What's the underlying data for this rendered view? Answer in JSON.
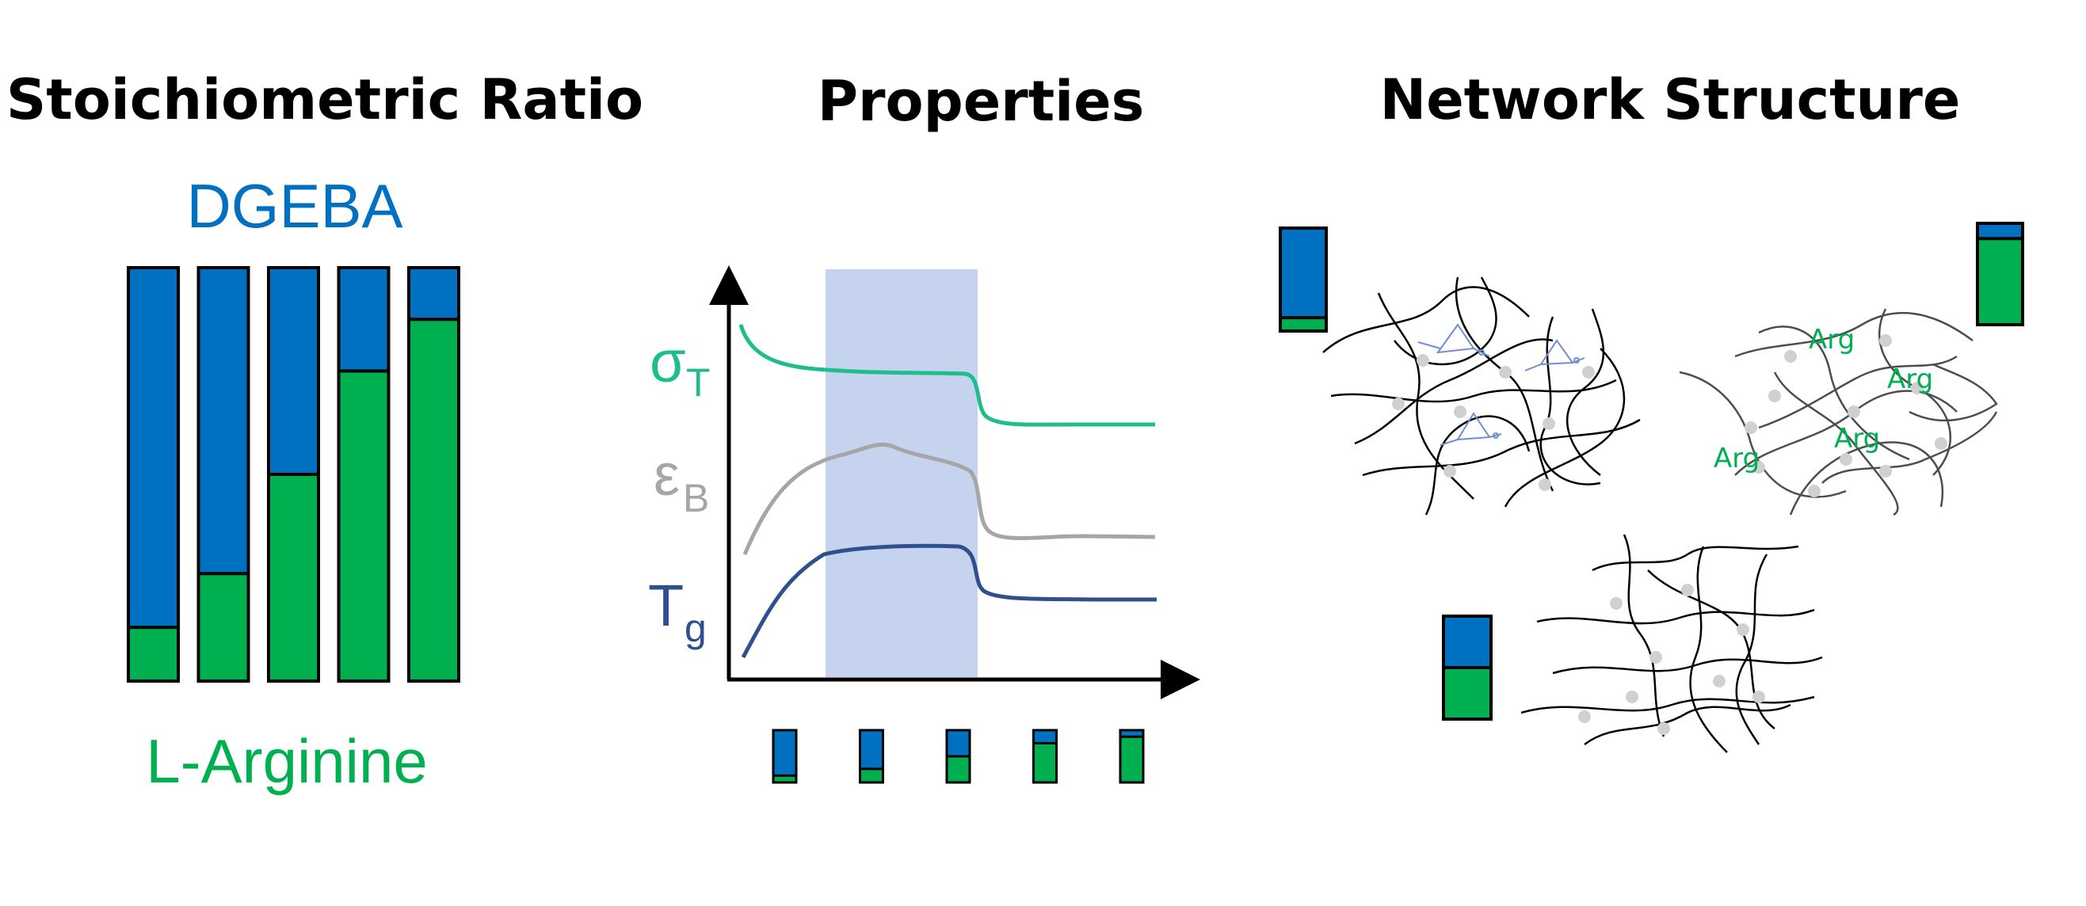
{
  "titles": {
    "left": "Stoichiometric Ratio",
    "middle": "Properties",
    "right": "Network Structure"
  },
  "labels": {
    "top_component": "DGEBA",
    "bottom_component": "L-Arginine"
  },
  "colors": {
    "dgeba": "#0070c0",
    "arginine": "#00b050",
    "tensile": "#1ebd8c",
    "elongation": "#a6a6a6",
    "tg": "#2f4f8f",
    "highlight": "#c5d3ee",
    "network": "#000000",
    "arg_network": "#4d4d4d",
    "nodes": "#d0d0d0",
    "epoxide": "#6f8fcf"
  },
  "stoich_bars_arginine_fraction": [
    0.13,
    0.26,
    0.5,
    0.75,
    0.875
  ],
  "property_axes": {
    "y_symbols": [
      {
        "main": "σ",
        "sub": "T",
        "color_key": "tensile"
      },
      {
        "main": "ε",
        "sub": "B",
        "color_key": "elongation"
      },
      {
        "main": "T",
        "sub": "g",
        "color_key": "tg"
      }
    ]
  },
  "mini_bars_arginine_fraction": [
    0.13,
    0.26,
    0.5,
    0.75,
    0.875
  ],
  "network": {
    "arg_labels": [
      "Arg",
      "Arg",
      "Arg",
      "Arg"
    ],
    "icon_fractions": {
      "epoxy_rich": 0.13,
      "arginine_rich": 0.85,
      "balanced": 0.5
    }
  }
}
